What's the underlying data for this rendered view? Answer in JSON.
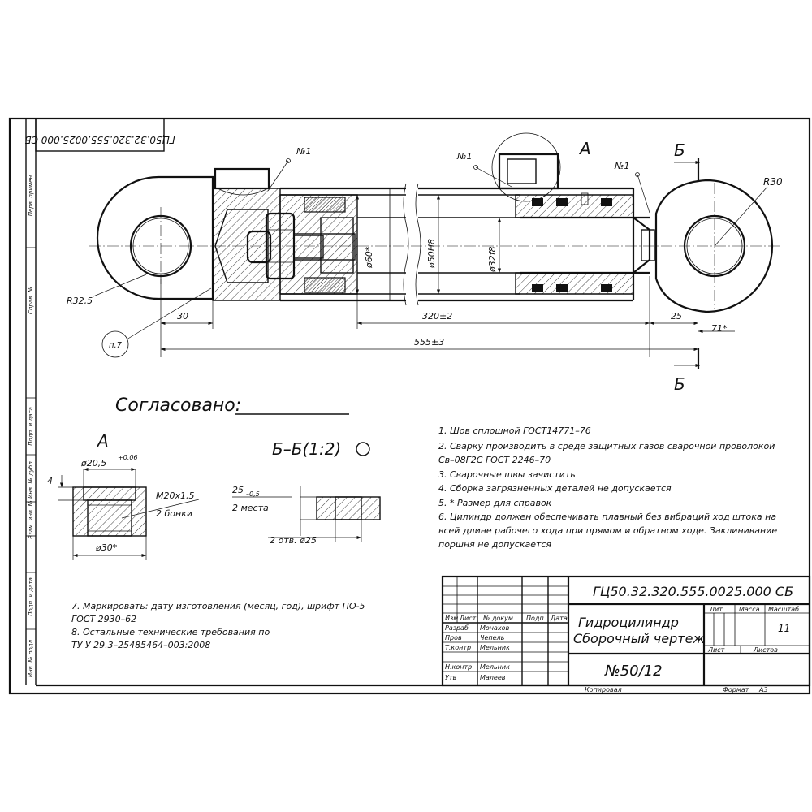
{
  "drawing": {
    "side_labels": [
      "Перв. примен.",
      "Справ. №",
      "Подп. и дата",
      "Инв. № дубл.",
      "Взам. инв. №",
      "Подп. и дата",
      "Инв. № подл."
    ],
    "mirror_code": "ГЦ50.32.320.555.0025.000 СБ",
    "view_label_a": "А",
    "section_mark_b": "Б",
    "leader_n1": "№1",
    "label_r30": "R30",
    "label_r325": "R32,5",
    "label_p7": "п.7",
    "dia_60": "ø60*",
    "dia_50": "ø50H8",
    "dia_32": "ø32f8",
    "dim_30": "30",
    "dim_320": "320±2",
    "dim_555": "555±3",
    "dim_25": "25",
    "dim_71": "71*",
    "agreed": "Согласовано:",
    "detail_a": {
      "title": "А",
      "d205": "ø20,5",
      "d205_tol": "+0,06",
      "dim4": "4",
      "thread": "М20х1,5",
      "count": "2 бонки",
      "d30": "ø30*"
    },
    "section_bb": {
      "title": "Б–Б(1:2)",
      "dim25": "25",
      "dim25_tol": "–0,5",
      "places": "2 места",
      "holes": "2 отв. ø25"
    },
    "notes": [
      "1. Шов сплошной  ГОСТ14771–76",
      "2. Сварку производить в среде защитных газов сварочной проволокой",
      "Св–08Г2С ГОСТ 2246–70",
      "3. Сварочные швы зачистить",
      "4.  Сборка загрязненных деталей не допускается",
      "5.  * Размер для справок",
      "6. Цилиндр должен обеспечивать плавный без вибраций ход штока на",
      "всей  длине  рабочего хода при прямом и обратном ходе. Заклинивание",
      "поршня не допускается"
    ],
    "notes_lower": [
      "7. Маркировать: дату изготовления (месяц, год), шрифт ПО-5",
      "ГОСТ 2930–62",
      "8. Остальные технические требования по",
      "ТУ У 29.3–25485464–003:2008"
    ]
  },
  "title_block": {
    "code": "ГЦ50.32.320.555.0025.000 СБ",
    "name_line1": "Гидроцилиндр",
    "name_line2": "Сборочный чертеж",
    "number": "№50/12",
    "col_lit": "Лит.",
    "col_mass": "Масса",
    "col_scale": "Масштаб",
    "scale_value": "11",
    "sheet": "Лист",
    "sheets": "Листов",
    "hdr_izm": "Изм",
    "hdr_list": "Лист",
    "hdr_doc": "№ докум.",
    "hdr_sign": "Подп.",
    "hdr_date": "Дата",
    "roles": [
      {
        "role": "Разраб",
        "name": "Монахов"
      },
      {
        "role": "Пров",
        "name": "Чепель"
      },
      {
        "role": "Т.контр",
        "name": "Мельник"
      },
      {
        "role": "Н.контр",
        "name": "Мельник"
      },
      {
        "role": "Утв",
        "name": "Малеев"
      }
    ],
    "copied": "Копировал",
    "format_label": "Формат",
    "format_value": "А3"
  }
}
